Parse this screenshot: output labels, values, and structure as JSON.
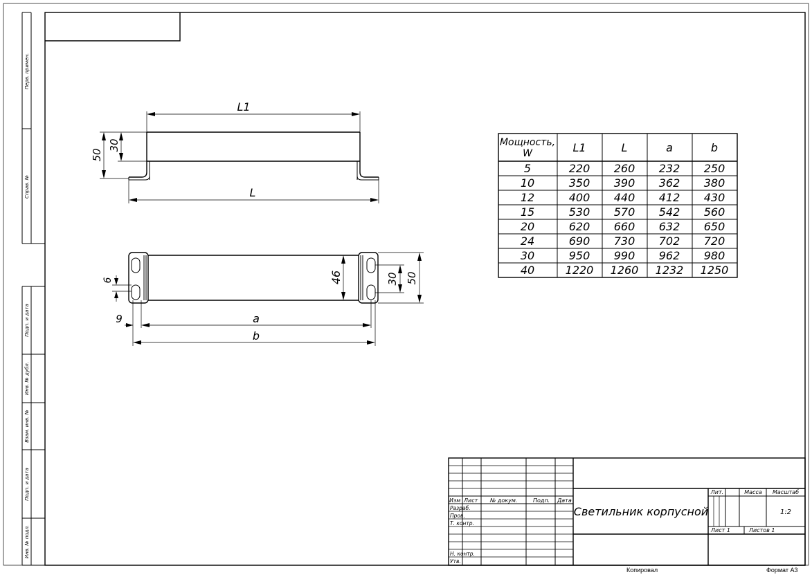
{
  "side_labels": [
    "Перв. примен.",
    "Справ. №",
    "Подп. и дата",
    "Инв. № дубл.",
    "Взам. инв. №",
    "Подп. и дата",
    "Инв. № подл."
  ],
  "dimensions": {
    "top_view": {
      "l1": "L1",
      "l": "L",
      "h50": "50",
      "h30": "30"
    },
    "bottom_view": {
      "d6": "6",
      "d9": "9",
      "d46": "46",
      "d30": "30",
      "d50": "50",
      "a": "a",
      "b": "b"
    }
  },
  "table": {
    "header_line1": "Мощность,",
    "header_line2": "W",
    "columns": [
      "L1",
      "L",
      "a",
      "b"
    ],
    "rows": [
      [
        "5",
        "220",
        "260",
        "232",
        "250"
      ],
      [
        "10",
        "350",
        "390",
        "362",
        "380"
      ],
      [
        "12",
        "400",
        "440",
        "412",
        "430"
      ],
      [
        "15",
        "530",
        "570",
        "542",
        "560"
      ],
      [
        "20",
        "620",
        "660",
        "632",
        "650"
      ],
      [
        "24",
        "690",
        "730",
        "702",
        "720"
      ],
      [
        "30",
        "950",
        "990",
        "962",
        "980"
      ],
      [
        "40",
        "1220",
        "1260",
        "1232",
        "1250"
      ]
    ]
  },
  "title_block": {
    "header": [
      "Изм",
      "Лист",
      "№ докум.",
      "Подп.",
      "Дата"
    ],
    "roles": [
      "Разраб.",
      "Пров.",
      "Т. контр.",
      "Н. контр.",
      "Утв."
    ],
    "title": "Светильник корпусной",
    "lit": "Лит.",
    "mass": "Масса",
    "scale_label": "Масштаб",
    "scale_value": "1:2",
    "sheet": "Лист 1",
    "sheets": "Листов 1"
  },
  "footer": {
    "copied": "Копировал",
    "format": "Формат А3"
  }
}
